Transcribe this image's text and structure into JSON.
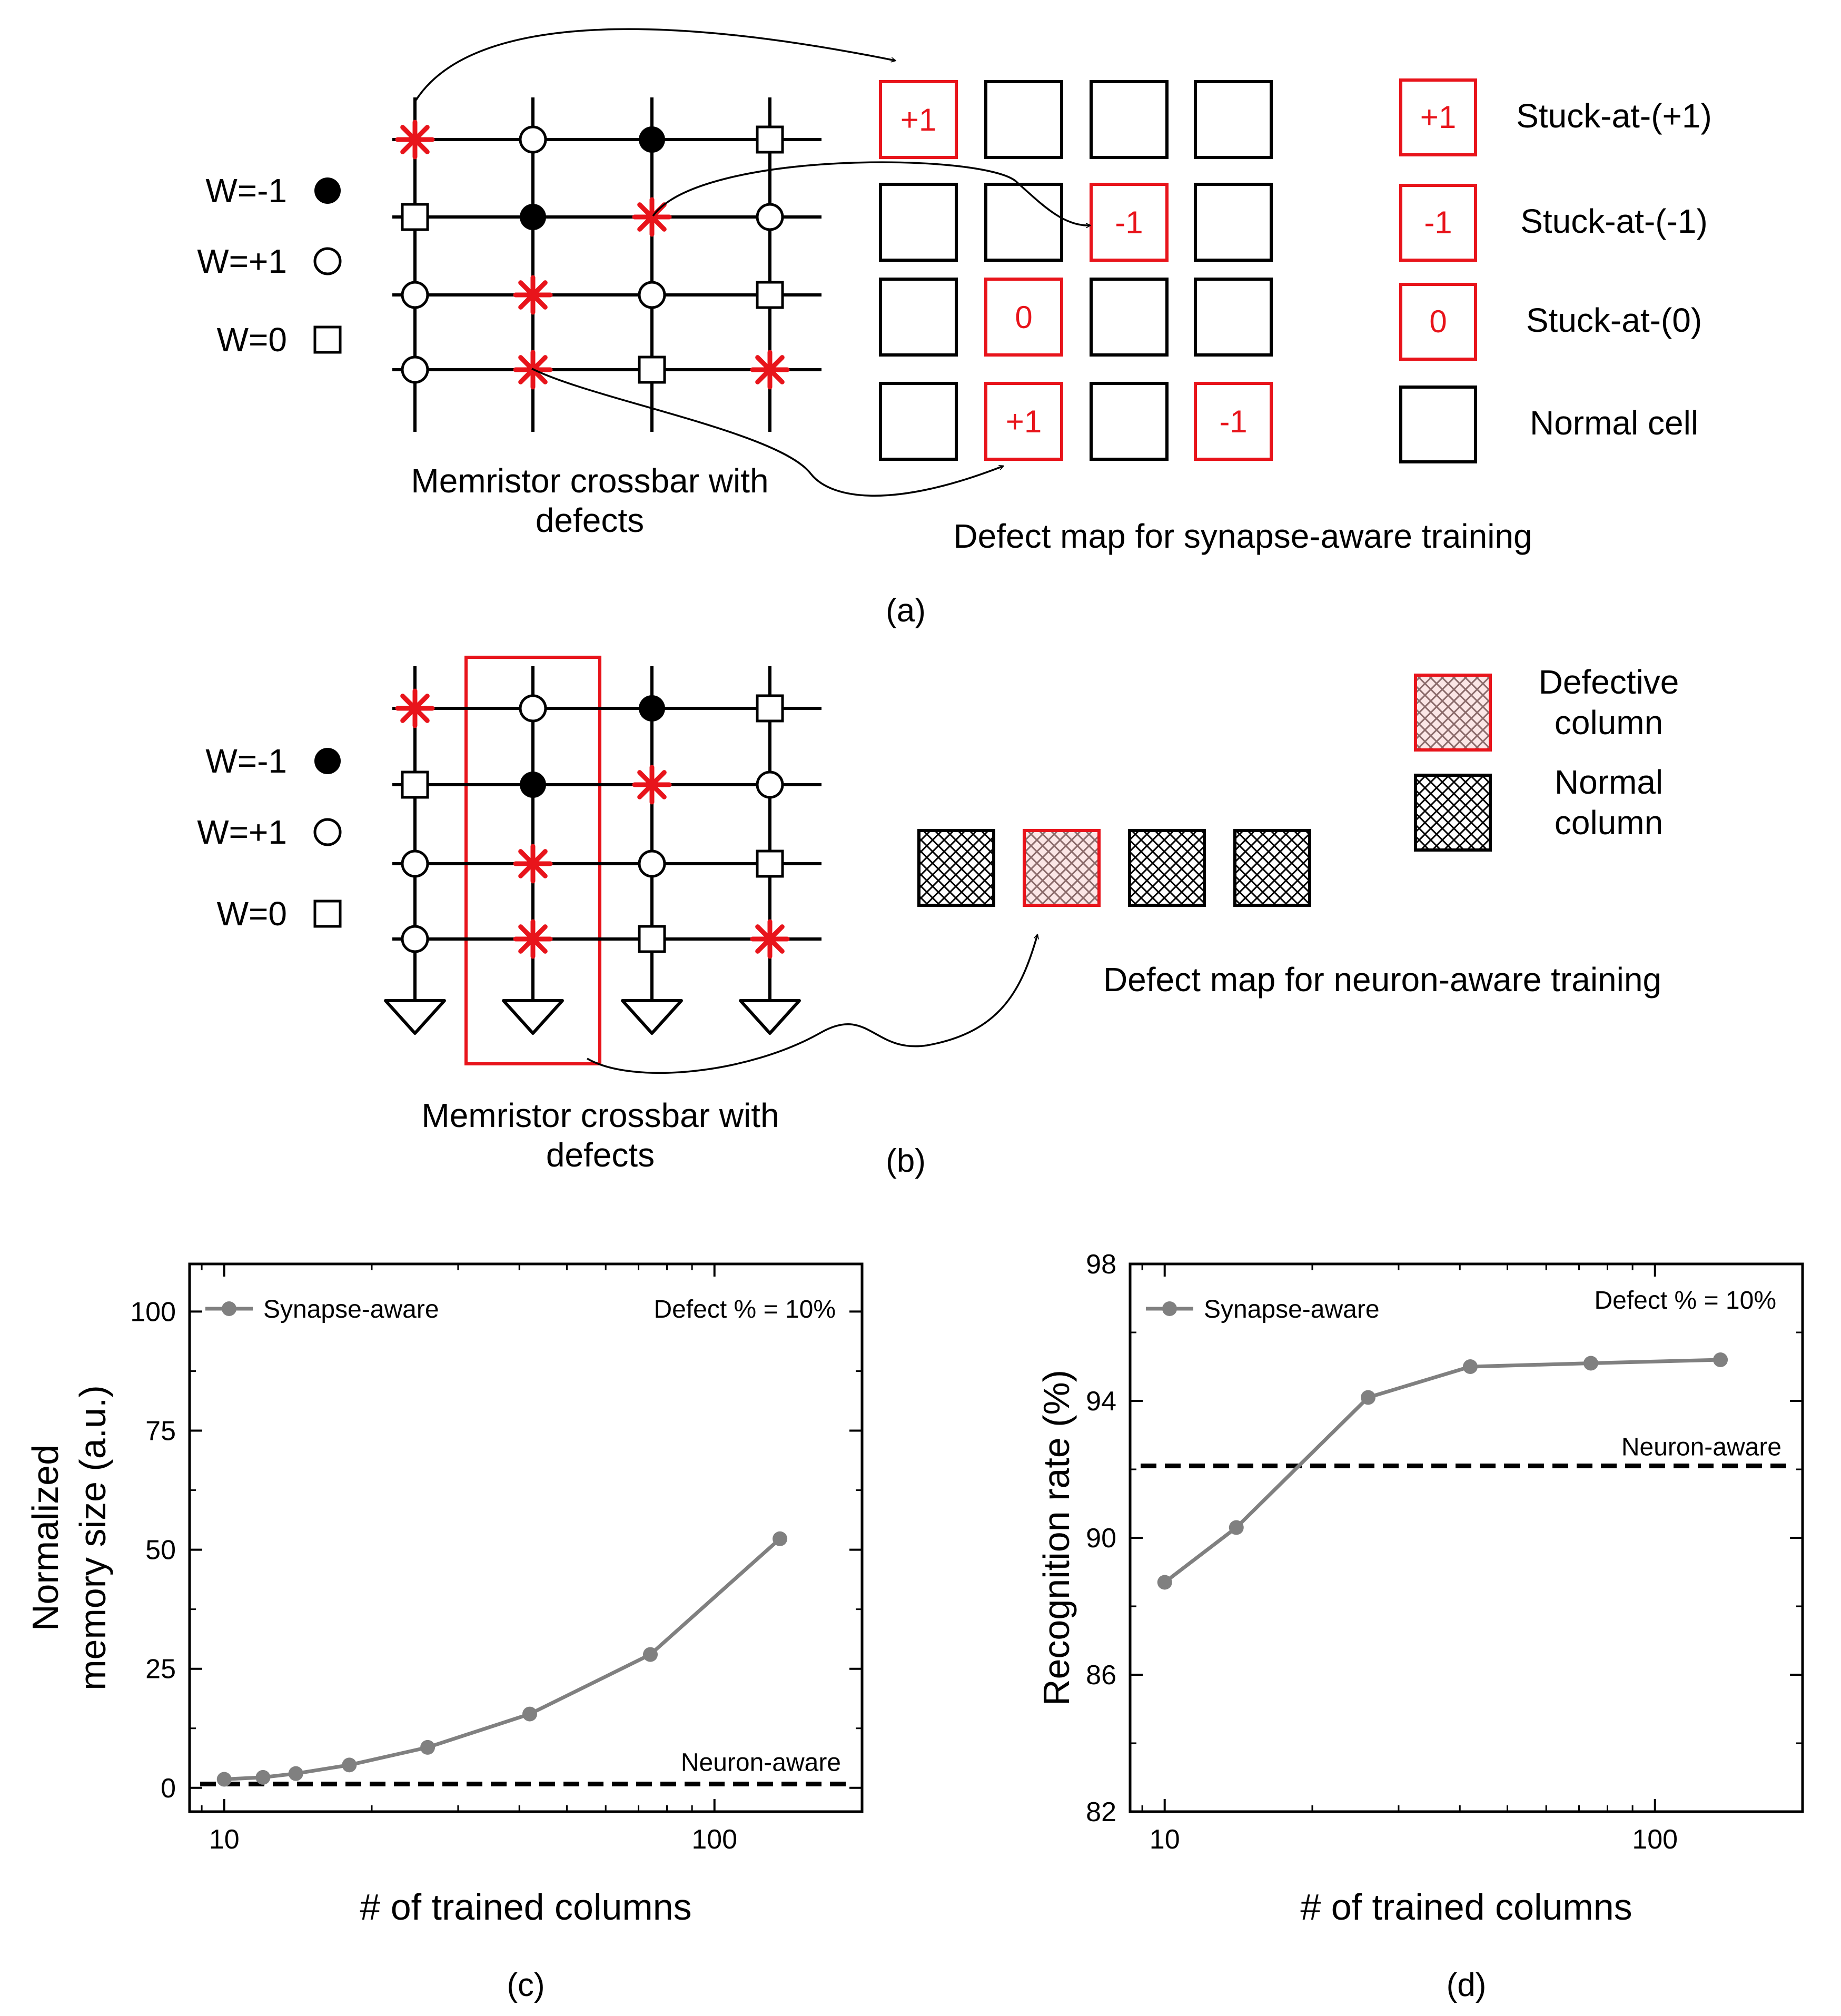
{
  "panel_a": {
    "legend_weights": [
      {
        "label": "W=-1",
        "marker": "filled-circle"
      },
      {
        "label": "W=+1",
        "marker": "open-circle"
      },
      {
        "label": "W=0",
        "marker": "square"
      }
    ],
    "crossbar": {
      "cells": [
        [
          "star",
          "open",
          "filled",
          "square"
        ],
        [
          "square",
          "filled",
          "star",
          "open"
        ],
        [
          "open",
          "star",
          "open",
          "square"
        ],
        [
          "open",
          "star",
          "square",
          "star"
        ]
      ]
    },
    "crossbar_caption_line1": "Memristor crossbar with",
    "crossbar_caption_line2": "defects",
    "defect_map": {
      "cells": [
        [
          "+1",
          "",
          "",
          ""
        ],
        [
          "",
          "",
          "-1",
          ""
        ],
        [
          "",
          "0",
          "",
          ""
        ],
        [
          "",
          "+1",
          "",
          "-1"
        ]
      ]
    },
    "defect_map_caption": "Defect map for synapse-aware training",
    "legend_cells": [
      {
        "value": "+1",
        "label": "Stuck-at-(+1)",
        "defective": true
      },
      {
        "value": "-1",
        "label": "Stuck-at-(-1)",
        "defective": true
      },
      {
        "value": "0",
        "label": "Stuck-at-(0)",
        "defective": true
      },
      {
        "value": "",
        "label": "Normal cell",
        "defective": false
      }
    ],
    "panel_label": "(a)"
  },
  "panel_b": {
    "legend_weights": [
      {
        "label": "W=-1",
        "marker": "filled-circle"
      },
      {
        "label": "W=+1",
        "marker": "open-circle"
      },
      {
        "label": "W=0",
        "marker": "square"
      }
    ],
    "crossbar": {
      "cells": [
        [
          "star",
          "open",
          "filled",
          "square"
        ],
        [
          "square",
          "filled",
          "star",
          "open"
        ],
        [
          "open",
          "star",
          "open",
          "square"
        ],
        [
          "open",
          "star",
          "square",
          "star"
        ]
      ],
      "highlighted_column": 1
    },
    "crossbar_caption_line1": "Memristor crossbar with",
    "crossbar_caption_line2": "defects",
    "column_map": [
      "normal",
      "defective",
      "normal",
      "normal"
    ],
    "defect_map_caption": "Defect map for neuron-aware training",
    "legend": [
      {
        "type": "defective",
        "line1": "Defective",
        "line2": "column"
      },
      {
        "type": "normal",
        "line1": "Normal",
        "line2": "column"
      }
    ],
    "panel_label": "(b)"
  },
  "colors": {
    "defect_red": "#e8141b",
    "series_gray": "#808080",
    "ink": "#000000"
  },
  "chart_data": [
    {
      "type": "line",
      "panel_label": "(c)",
      "xlabel": "# of trained columns",
      "ylabel_line1": "Normalized",
      "ylabel_line2": "memory size (a.u.)",
      "xscale": "log",
      "xlim": [
        8.5,
        200
      ],
      "ylim": [
        -5,
        110
      ],
      "xticks": [
        10,
        100
      ],
      "yticks": [
        0,
        25,
        50,
        75,
        100
      ],
      "series": [
        {
          "name": "Synapse-aware",
          "x": [
            10,
            12,
            14,
            18,
            26,
            42,
            74,
            136
          ],
          "y": [
            1.8,
            2.2,
            3.0,
            4.8,
            8.5,
            15.5,
            28.0,
            52.3
          ]
        }
      ],
      "reference_line": {
        "label": "Neuron-aware",
        "y": 0.8
      },
      "annotation": "Defect % = 10%",
      "legend_position": "top-left"
    },
    {
      "type": "line",
      "panel_label": "(d)",
      "xlabel": "# of trained columns",
      "ylabel": "Recognition rate (%)",
      "xscale": "log",
      "xlim": [
        8.5,
        200
      ],
      "ylim": [
        82,
        98
      ],
      "xticks": [
        10,
        100
      ],
      "yticks": [
        82,
        86,
        90,
        94,
        98
      ],
      "series": [
        {
          "name": "Synapse-aware",
          "x": [
            10,
            14,
            26,
            42,
            74,
            136
          ],
          "y": [
            88.7,
            90.3,
            94.1,
            95.0,
            95.1,
            95.2
          ]
        }
      ],
      "reference_line": {
        "label": "Neuron-aware",
        "y": 92.1
      },
      "annotation": "Defect % = 10%",
      "legend_position": "top-left"
    }
  ]
}
